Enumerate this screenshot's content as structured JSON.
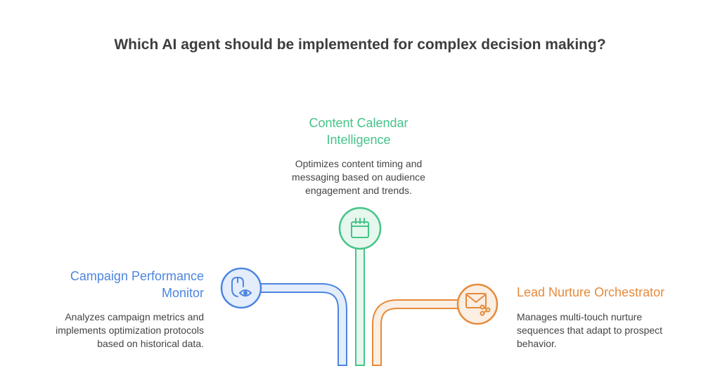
{
  "title": "Which AI agent should be implemented for complex decision making?",
  "agents": [
    {
      "name": "Content Calendar Intelligence",
      "name_lines": [
        "Content Calendar",
        "Intelligence"
      ],
      "description_lines": [
        "Optimizes content timing and",
        "messaging based on audience",
        "engagement and trends."
      ],
      "color": "#45c487",
      "fill": "#e6f7ee",
      "icon": "calendar-icon"
    },
    {
      "name": "Campaign Performance Monitor",
      "name_lines": [
        "Campaign Performance",
        "Monitor"
      ],
      "description_lines": [
        "Analyzes campaign metrics and",
        "implements optimization protocols",
        "based on historical data."
      ],
      "color": "#4c85e0",
      "fill": "#e3edfb",
      "icon": "mouse-eye-icon"
    },
    {
      "name": "Lead Nurture Orchestrator",
      "name_lines": [
        "Lead Nurture Orchestrator"
      ],
      "description_lines": [
        "Manages multi-touch nurture",
        "sequences that adapt to prospect",
        "behavior."
      ],
      "color": "#e68a3b",
      "fill": "#fbeee2",
      "icon": "mail-share-icon"
    }
  ]
}
